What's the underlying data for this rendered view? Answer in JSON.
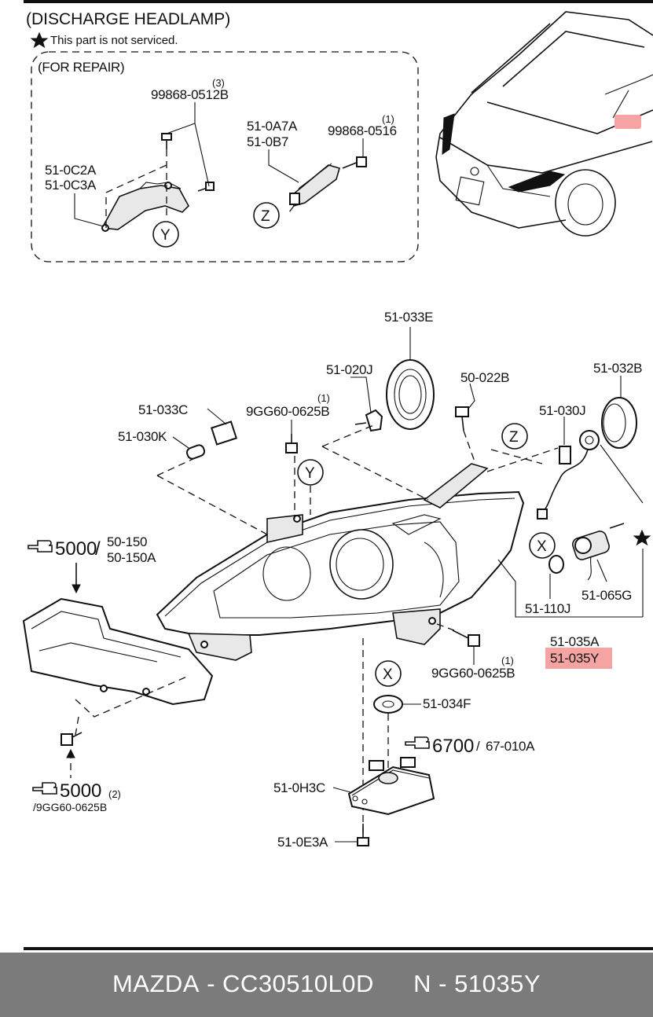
{
  "title": "(DISCHARGE HEADLAMP)",
  "note": "This part is not serviced.",
  "repair_box_title": "(FOR REPAIR)",
  "labels": {
    "p99868_0512b": "99868-0512B",
    "p99868_0512b_qty": "(3)",
    "p51_0a7a": "51-0A7A",
    "p51_0b7": "51-0B7",
    "p99868_0516": "99868-0516",
    "p99868_0516_qty": "(1)",
    "p51_0c2a": "51-0C2A",
    "p51_0c3a": "51-0C3A",
    "circle_z": "Z",
    "circle_y": "Y",
    "circle_x": "X",
    "p51_033e": "51-033E",
    "p51_020j": "51-020J",
    "p50_022b": "50-022B",
    "p51_032b": "51-032B",
    "p51_033c": "51-033C",
    "p9gg60_0625b": "9GG60-0625B",
    "qty_1": "(1)",
    "p51_030j": "51-030J",
    "p51_030k": "51-030K",
    "ref_5000": "5000",
    "p50_150": "50-150",
    "p50_150a": "50-150A",
    "p51_110j": "51-110J",
    "p51_065g": "51-065G",
    "p51_035a": "51-035A",
    "p51_035y": "51-035Y",
    "p51_034f": "51-034F",
    "ref_6700": "6700",
    "p67_010a": "67-010A",
    "p51_0h3c": "51-0H3C",
    "p51_0e3a": "51-0E3A",
    "ref_5000b": "5000",
    "qty_2": "(2)",
    "p9gg60_0625b_c": "/9GG60-0625B"
  },
  "highlight_color": "#f5a3a3",
  "footer": {
    "brand": "MAZDA",
    "separator": "-",
    "part_code": "CC30510L0D",
    "ref_prefix": "N",
    "ref_code": "51035Y"
  },
  "icons": {
    "star": "star-icon",
    "hand": "pointing-hand-icon"
  }
}
